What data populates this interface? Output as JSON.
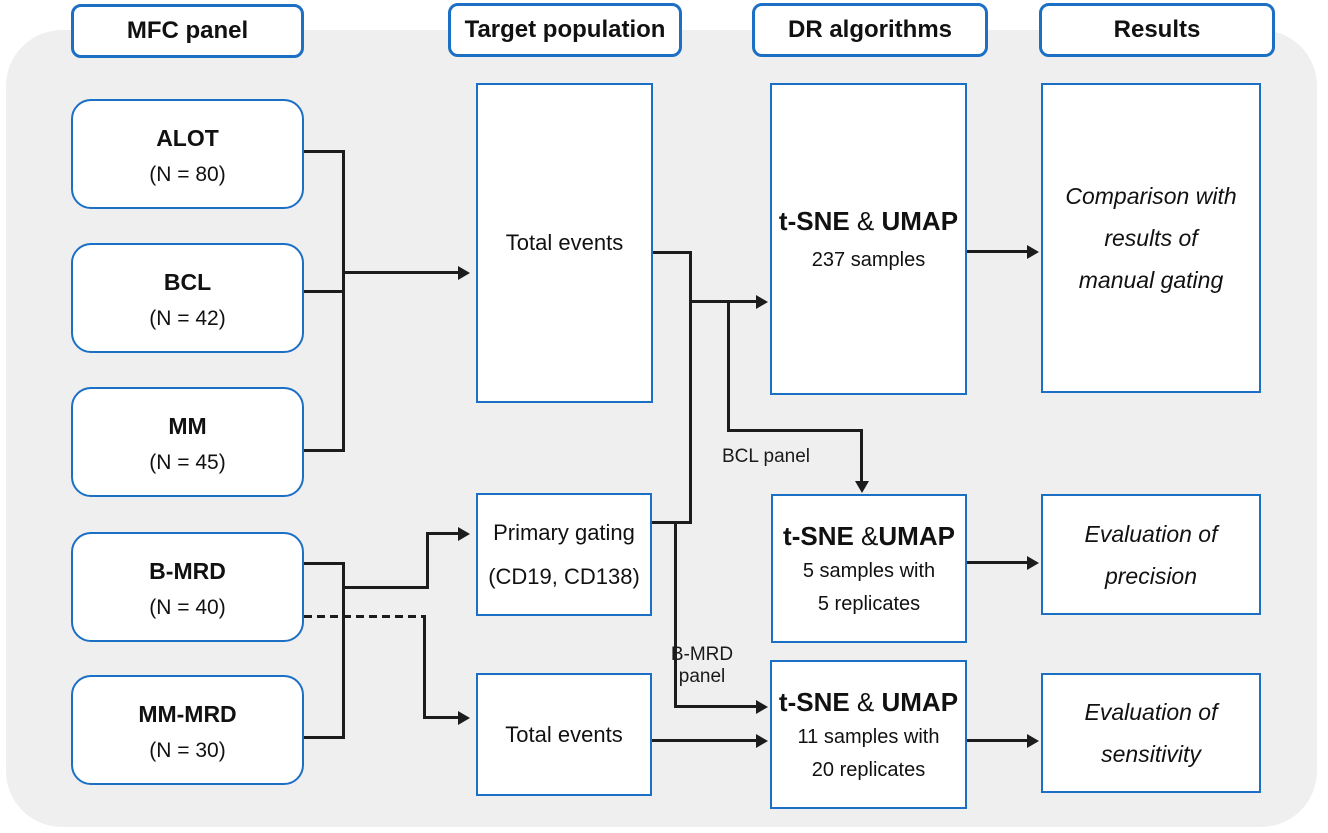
{
  "figure_title": "Study design flowchart",
  "colors": {
    "accent": "#1b6fc4",
    "line": "#1c1c1c",
    "canvas": "#efefef"
  },
  "headers": {
    "mfc": "MFC panel",
    "target": "Target population",
    "dr": "DR algorithms",
    "results": "Results"
  },
  "panels": [
    {
      "name": "ALOT",
      "n": "(N = 80)"
    },
    {
      "name": "BCL",
      "n": "(N = 42)"
    },
    {
      "name": "MM",
      "n": "(N = 45)"
    },
    {
      "name": "B-MRD",
      "n": "(N = 40)"
    },
    {
      "name": "MM-MRD",
      "n": "(N = 30)"
    }
  ],
  "populations": {
    "total_events_top": "Total events",
    "primary_gating_line1": "Primary gating",
    "primary_gating_line2": "(CD19, CD138)",
    "total_events_bottom": "Total events"
  },
  "dr": [
    {
      "t1": "t-SNE",
      "amp": " & ",
      "t2": "UMAP",
      "lines": [
        "237 samples"
      ]
    },
    {
      "t1": "t-SNE",
      "amp": " &",
      "t2": "UMAP",
      "lines": [
        "5 samples with",
        "5 replicates"
      ]
    },
    {
      "t1": "t-SNE",
      "amp": " & ",
      "t2": "UMAP",
      "lines": [
        "11 samples with",
        "20 replicates"
      ]
    }
  ],
  "results": [
    {
      "lines": [
        "Comparison with",
        "results of",
        "manual gating"
      ]
    },
    {
      "lines": [
        "Evaluation of",
        "precision"
      ]
    },
    {
      "lines": [
        "Evaluation of",
        "sensitivity"
      ]
    }
  ],
  "edge_labels": {
    "bcl": "BCL panel",
    "bmrd_line1": "B-MRD",
    "bmrd_line2": "panel"
  }
}
